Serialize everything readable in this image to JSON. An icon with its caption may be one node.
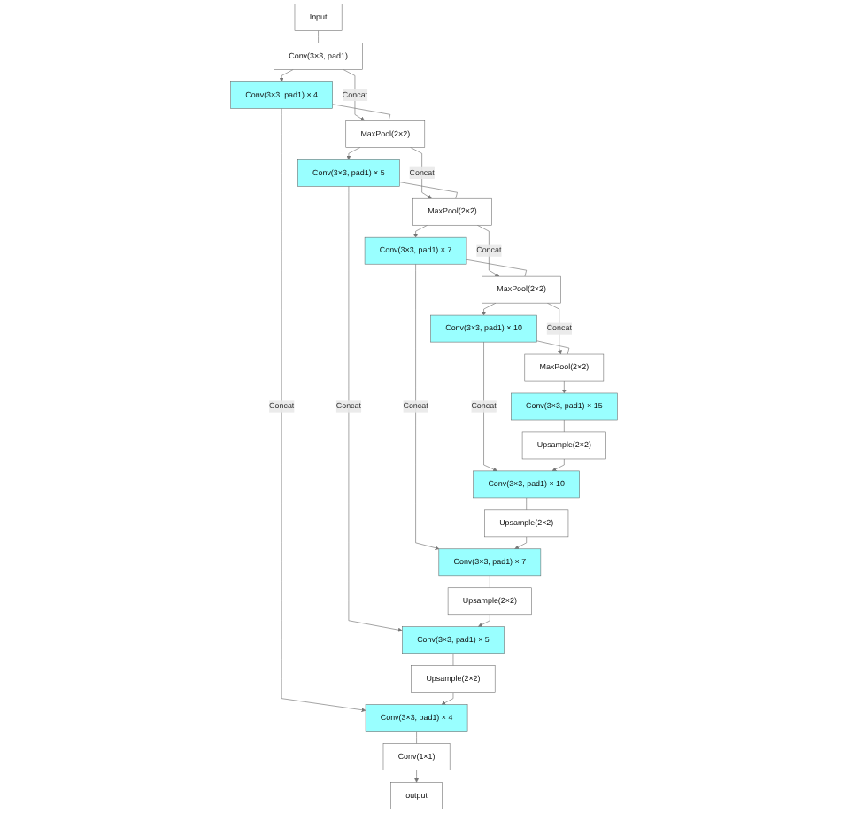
{
  "diagram": {
    "nodes": [
      {
        "text": [
          "Input"
        ]
      },
      {
        "text": [
          "Conv(3×3, pad1)"
        ]
      },
      {
        "text": [
          "Conv(3×3, pad1) × 4"
        ]
      },
      {
        "text": [
          "MaxPool(2×2)"
        ]
      },
      {
        "text": [
          "Conv(3×3, pad1) × 5"
        ]
      },
      {
        "text": [
          "MaxPool(2×2)"
        ]
      },
      {
        "text": [
          "Conv(3×3, pad1) × 7"
        ]
      },
      {
        "text": [
          "MaxPool(2×2)"
        ]
      },
      {
        "text": [
          "Conv(3×3, pad1) × 10"
        ]
      },
      {
        "text": [
          "MaxPool(2×2)"
        ]
      },
      {
        "text": [
          "Conv(3×3, pad1) × 15"
        ]
      },
      {
        "text": [
          "Upsample(2×2)"
        ]
      },
      {
        "text": [
          "Conv(3×3, pad1) × 10"
        ]
      },
      {
        "text": [
          "Upsample(2×2)"
        ]
      },
      {
        "text": [
          "Conv(3×3, pad1) × 7"
        ]
      },
      {
        "text": [
          "Upsample(2×2)"
        ]
      },
      {
        "text": [
          "Conv(3×3, pad1) × 5"
        ]
      },
      {
        "text": [
          "Upsample(2×2)"
        ]
      },
      {
        "text": [
          "Conv(3×3, pad1) × 4"
        ]
      },
      {
        "text": [
          "Conv(1×1)"
        ]
      },
      {
        "text": [
          "output"
        ]
      }
    ],
    "edges": [
      {
        "from": 0,
        "to": 1,
        "arrow": "none"
      },
      {
        "from": 1,
        "to": 2,
        "arrow": "to"
      },
      {
        "from": 1,
        "to": 3,
        "arrow": "to",
        "label": "Concat"
      },
      {
        "from": 2,
        "to": 3,
        "arrow": "none"
      },
      {
        "from": 2,
        "to": 18,
        "arrow": "to",
        "label": "Concat"
      },
      {
        "from": 3,
        "to": 4,
        "arrow": "to"
      },
      {
        "from": 3,
        "to": 5,
        "arrow": "to",
        "label": "Concat"
      },
      {
        "from": 4,
        "to": 5,
        "arrow": "none"
      },
      {
        "from": 4,
        "to": 16,
        "arrow": "to",
        "label": "Concat"
      },
      {
        "from": 5,
        "to": 6,
        "arrow": "to"
      },
      {
        "from": 5,
        "to": 7,
        "arrow": "to",
        "label": "Concat"
      },
      {
        "from": 6,
        "to": 7,
        "arrow": "none"
      },
      {
        "from": 6,
        "to": 14,
        "arrow": "to",
        "label": "Concat"
      },
      {
        "from": 7,
        "to": 8,
        "arrow": "to"
      },
      {
        "from": 7,
        "to": 9,
        "arrow": "to",
        "label": "Concat"
      },
      {
        "from": 8,
        "to": 9,
        "arrow": "none"
      },
      {
        "from": 8,
        "to": 12,
        "arrow": "to",
        "label": "Concat"
      },
      {
        "from": 9,
        "to": 10,
        "arrow": "to"
      },
      {
        "from": 10,
        "to": 11,
        "arrow": "none"
      },
      {
        "from": 11,
        "to": 12,
        "arrow": "to"
      },
      {
        "from": 12,
        "to": 13,
        "arrow": "none"
      },
      {
        "from": 13,
        "to": 14,
        "arrow": "to"
      },
      {
        "from": 14,
        "to": 15,
        "arrow": "none"
      },
      {
        "from": 15,
        "to": 16,
        "arrow": "to"
      },
      {
        "from": 16,
        "to": 17,
        "arrow": "none"
      },
      {
        "from": 17,
        "to": 18,
        "arrow": "to"
      },
      {
        "from": 18,
        "to": 19,
        "arrow": "none"
      },
      {
        "from": 19,
        "to": 20,
        "arrow": "to"
      }
    ]
  }
}
